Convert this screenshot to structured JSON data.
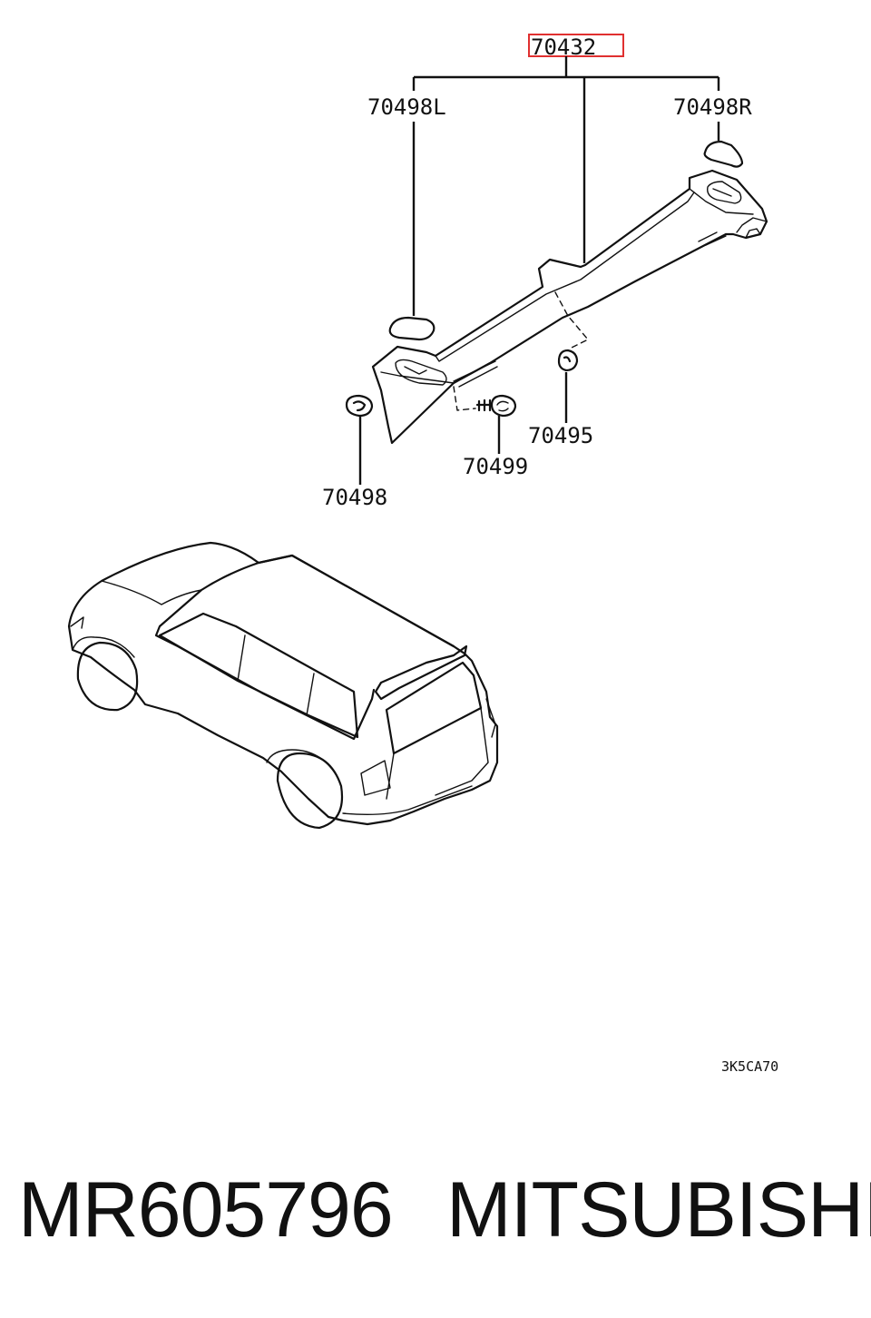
{
  "diagram": {
    "callouts": {
      "assembly": "70432",
      "cover_left": "70498L",
      "cover_right": "70498R",
      "clip_a": "70495",
      "screw": "70499",
      "clip_b": "70498"
    },
    "highlight_color": "#e03030",
    "drawing_code": "3K5CA70"
  },
  "footer": {
    "part_number": "MR605796",
    "brand": "MITSUBISHI"
  }
}
